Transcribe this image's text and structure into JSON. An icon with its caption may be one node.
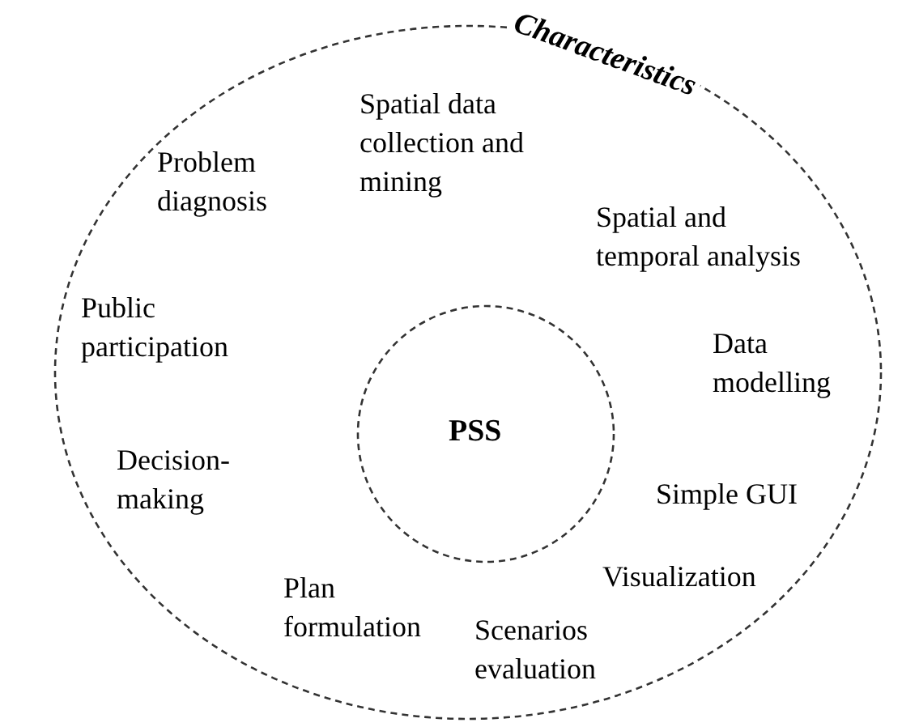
{
  "diagram": {
    "nodes": [
      {
        "text": [
          "Characteristics"
        ]
      },
      {
        "text": [
          "PSS"
        ],
        "in": 0
      }
    ],
    "labels": [
      "Spatial data collection and mining",
      "Problem diagnosis",
      "Spatial and temporal analysis",
      "Public participation",
      "Data modelling",
      "Decision-making",
      "Simple GUI",
      "Visualization",
      "Plan formulation",
      "Scenarios evaluation"
    ]
  }
}
